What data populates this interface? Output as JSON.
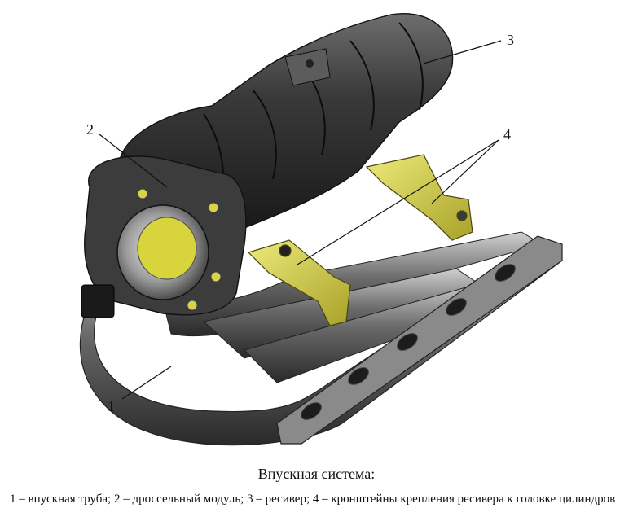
{
  "callouts": {
    "c1": "1",
    "c2": "2",
    "c3": "3",
    "c4": "4"
  },
  "caption": {
    "title": "Впускная система:",
    "legend": "1 – впускная труба; 2 – дроссельный модуль; 3 – ресивер; 4 – кронштейны крепления ресивера к головке цилиндров"
  },
  "colors": {
    "metal_dark": "#2b2b2b",
    "metal_mid": "#5a5a5a",
    "metal_light": "#b8b8b8",
    "bracket_yellow": "#d9d24a"
  }
}
